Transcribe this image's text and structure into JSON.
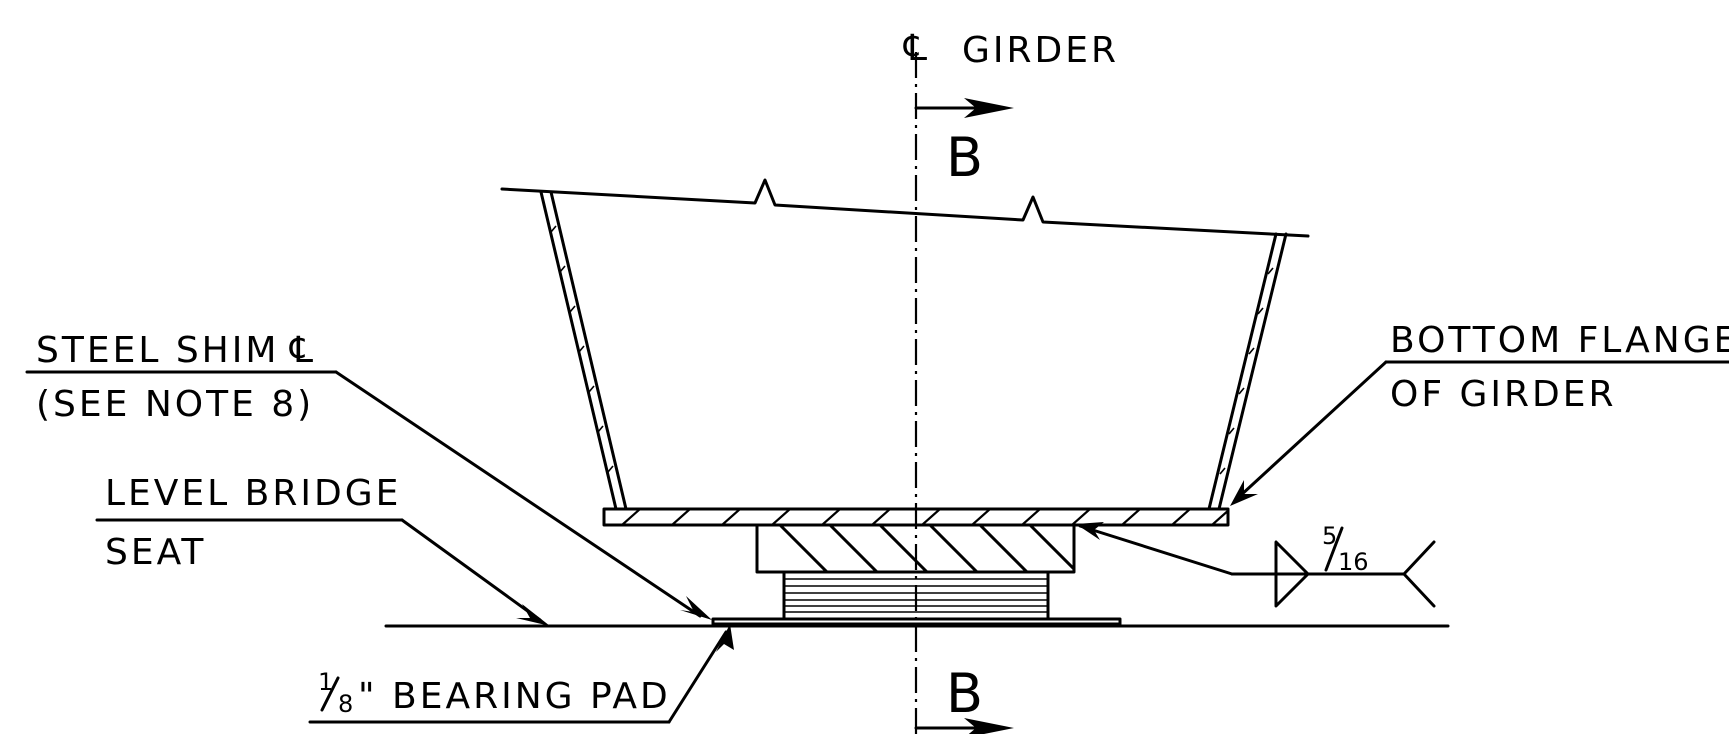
{
  "labels": {
    "centerline_symbol": "℄",
    "centerline_text": "GIRDER",
    "section_mark_top": "B",
    "section_mark_bottom": "B",
    "steel_shim_line1": "STEEL SHIM",
    "steel_shim_plate_symbol": "℄",
    "steel_shim_line2": "(SEE NOTE 8)",
    "bottom_flange_line1": "BOTTOM FLANGE",
    "bottom_flange_line2": "OF GIRDER",
    "level_bridge_line1": "LEVEL BRIDGE",
    "level_bridge_line2": "SEAT",
    "bearing_pad_num": "1",
    "bearing_pad_den": "8",
    "bearing_pad_text": "\" BEARING PAD",
    "weld_num": "5",
    "weld_den": "16"
  }
}
